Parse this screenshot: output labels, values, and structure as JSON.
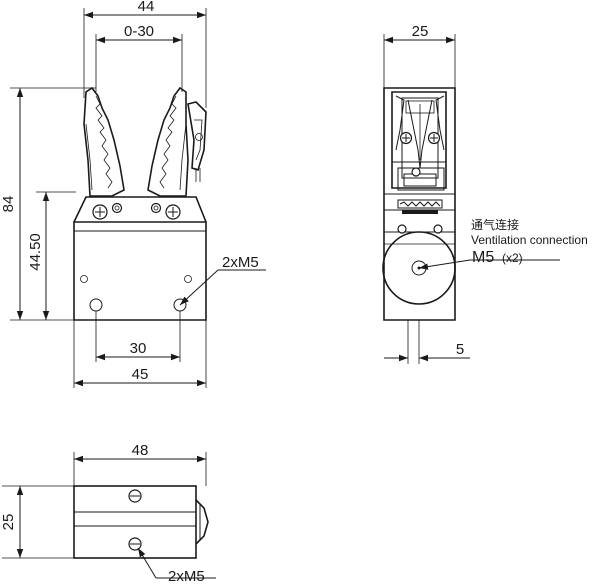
{
  "front_view": {
    "width_overall": "44",
    "stroke_range": "0-30",
    "height_overall": "84",
    "height_body": "44.50",
    "hole_spacing": "30",
    "body_width": "45",
    "thread_callout": "2xM5"
  },
  "side_view": {
    "width": "25",
    "offset": "5",
    "port_label_cn": "通气连接",
    "port_label_en": "Ventilation connection",
    "port_thread": "M5",
    "port_count": "(x2)"
  },
  "bottom_view": {
    "length": "48",
    "height": "25",
    "thread_callout": "2xM5"
  }
}
